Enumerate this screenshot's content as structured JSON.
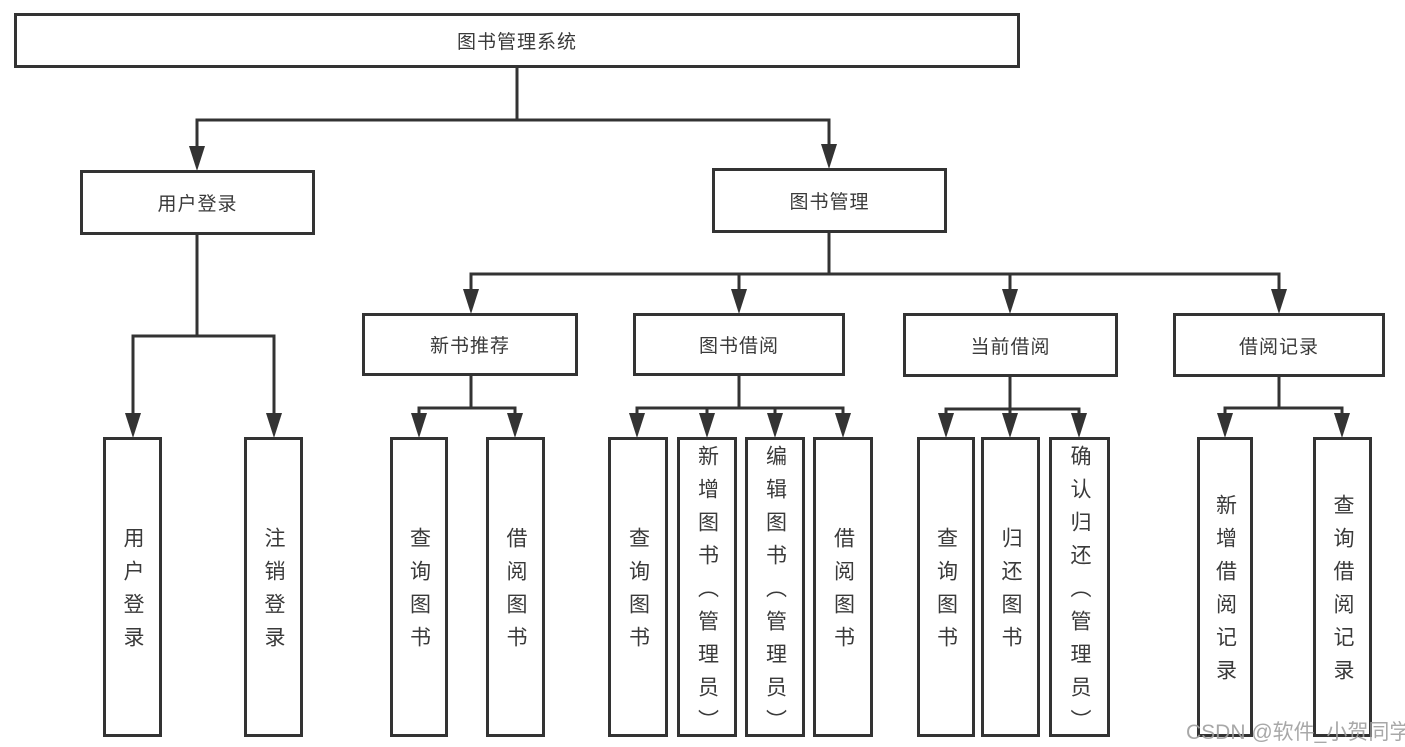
{
  "diagram": {
    "root": "图书管理系统",
    "branches": [
      {
        "label": "用户登录",
        "leaves": [
          "用户登录",
          "注销登录"
        ]
      },
      {
        "label": "图书管理",
        "groups": [
          {
            "label": "新书推荐",
            "leaves": [
              "查询图书",
              "借阅图书"
            ]
          },
          {
            "label": "图书借阅",
            "leaves": [
              "查询图书",
              "新增图书（管理员）",
              "编辑图书（管理员）",
              "借阅图书"
            ]
          },
          {
            "label": "当前借阅",
            "leaves": [
              "查询图书",
              "归还图书",
              "确认归还（管理员）"
            ]
          },
          {
            "label": "借阅记录",
            "leaves": [
              "新增借阅记录",
              "查询借阅记录"
            ]
          }
        ]
      }
    ]
  },
  "watermark": "CSDN @软件_小贺同学",
  "colors": {
    "line": "#333333",
    "text": "#3a3a3a",
    "watermark": "#9e9e9e",
    "background": "#ffffff"
  }
}
